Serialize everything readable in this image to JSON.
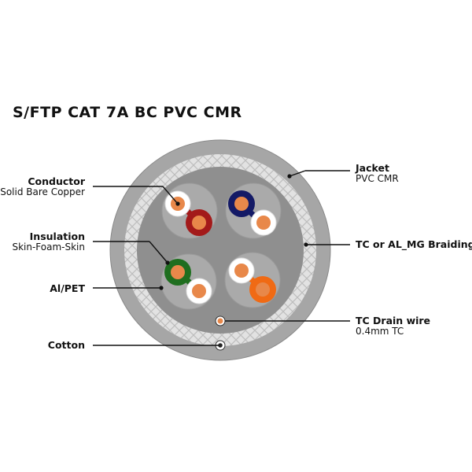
{
  "title": "S/FTP CAT 7A BC PVC CMR",
  "labels": {
    "conductor": {
      "title": "Conductor",
      "sub": "Solid Bare Copper"
    },
    "insulation": {
      "title": "Insulation",
      "sub": "Skin-Foam-Skin"
    },
    "al_pet": {
      "title": "Al/PET"
    },
    "cotton": {
      "title": "Cotton"
    },
    "jacket": {
      "title": "Jacket",
      "sub": "PVC CMR"
    },
    "braiding": {
      "title": "TC or AL_MG Braiding"
    },
    "drain_wire": {
      "title": "TC Drain wire",
      "sub": "0.4mm TC"
    }
  },
  "colors": {
    "jacket": "#a6a6a6",
    "braid": "#e2e2e2",
    "core": "#8f8f8f",
    "foil": "#aaaaaa",
    "copper": "#e8884a",
    "pair_brown": "#a31a1a",
    "pair_blue": "#141a66",
    "pair_green": "#1f6e1f",
    "pair_orange": "#f06a14"
  }
}
